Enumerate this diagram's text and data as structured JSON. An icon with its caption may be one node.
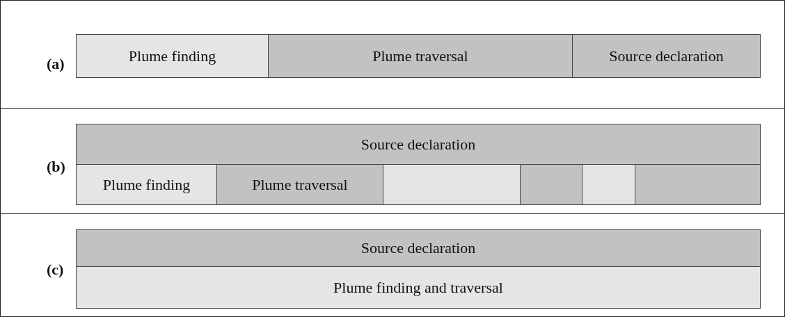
{
  "diagram": {
    "nodes": [
      {
        "text": [
          "(a)"
        ]
      },
      {
        "text": [
          "Plume finding"
        ],
        "in": 0
      },
      {
        "text": [
          "Plume traversal"
        ],
        "in": 0
      },
      {
        "text": [
          "Source declaration"
        ],
        "in": 0
      },
      {
        "text": [
          "(b)"
        ]
      },
      {
        "text": [
          "Source declaration"
        ],
        "in": 4
      },
      {
        "text": [
          "Plume finding"
        ],
        "in": 4
      },
      {
        "text": [
          "Plume traversal"
        ],
        "in": 4
      },
      {
        "text": [],
        "shape": "box",
        "in": 4
      },
      {
        "text": [],
        "shape": "box",
        "in": 4
      },
      {
        "text": [],
        "shape": "box",
        "in": 4
      },
      {
        "text": [],
        "shape": "box",
        "in": 4
      },
      {
        "text": [
          "(c)"
        ]
      },
      {
        "text": [
          "Source declaration"
        ],
        "in": 12
      },
      {
        "text": [
          "Plume finding and traversal"
        ],
        "in": 12
      }
    ]
  }
}
